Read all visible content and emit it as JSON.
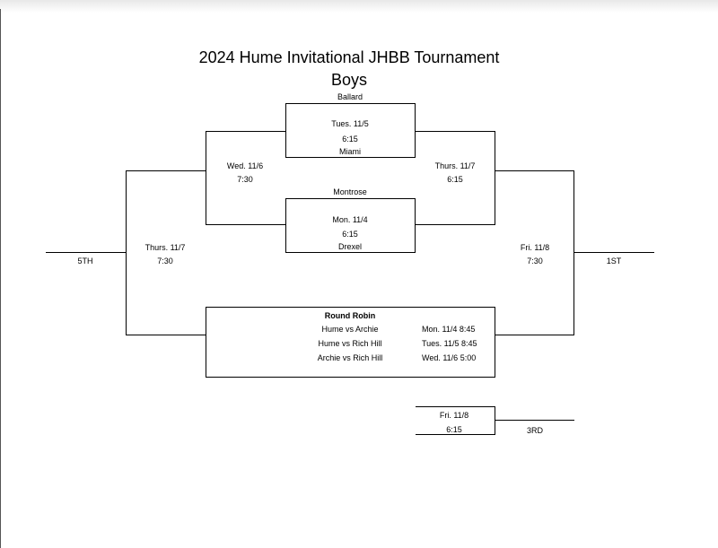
{
  "title": "2024 Hume Invitational JHBB Tournament",
  "subtitle": "Boys",
  "games": {
    "tues": {
      "top_team": "Ballard",
      "date": "Tues. 11/5",
      "time": "6:15",
      "bottom_team": "Miami"
    },
    "mon": {
      "top_team": "Montrose",
      "date": "Mon.  11/4",
      "time": "6:15",
      "bottom_team": "Drexel"
    },
    "wed": {
      "date": "Wed. 11/6",
      "time": "7:30"
    },
    "thurs_right": {
      "date": "Thurs. 11/7",
      "time": "6:15"
    },
    "thurs_left": {
      "date": "Thurs. 11/7",
      "time": "7:30"
    },
    "fri_final": {
      "date": "Fri. 11/8",
      "time": "7:30"
    },
    "fri_third": {
      "date": "Fri. 11/8",
      "time": "6:15"
    }
  },
  "places": {
    "fifth": "5TH",
    "first": "1ST",
    "third": "3RD"
  },
  "round_robin": {
    "heading": "Round Robin",
    "games": [
      {
        "matchup": "Hume vs Archie",
        "schedule": "Mon. 11/4  8:45"
      },
      {
        "matchup": "Hume vs Rich Hill",
        "schedule": "Tues. 11/5 8:45"
      },
      {
        "matchup": "Archie vs Rich Hill",
        "schedule": "Wed. 11/6  5:00"
      }
    ]
  }
}
